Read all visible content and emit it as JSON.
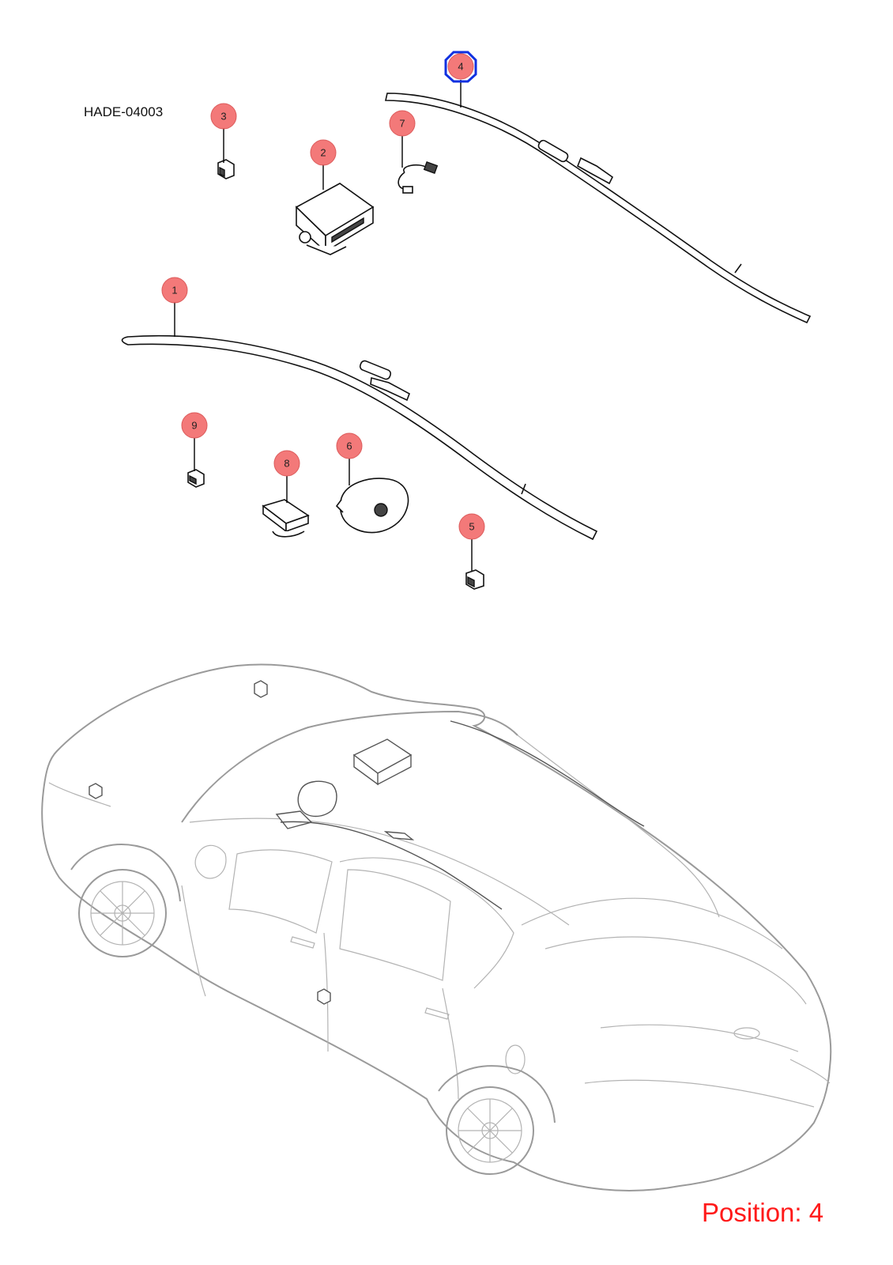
{
  "diagram_code": "HADE-04003",
  "position_label": "Position: 4",
  "highlighted_callout": "4",
  "callouts": [
    "1",
    "2",
    "3",
    "4",
    "5",
    "6",
    "7",
    "8",
    "9"
  ],
  "colors": {
    "callout_fill": "#f26b6b",
    "highlight": "#1030e0",
    "position_text": "#ff1a1a"
  }
}
